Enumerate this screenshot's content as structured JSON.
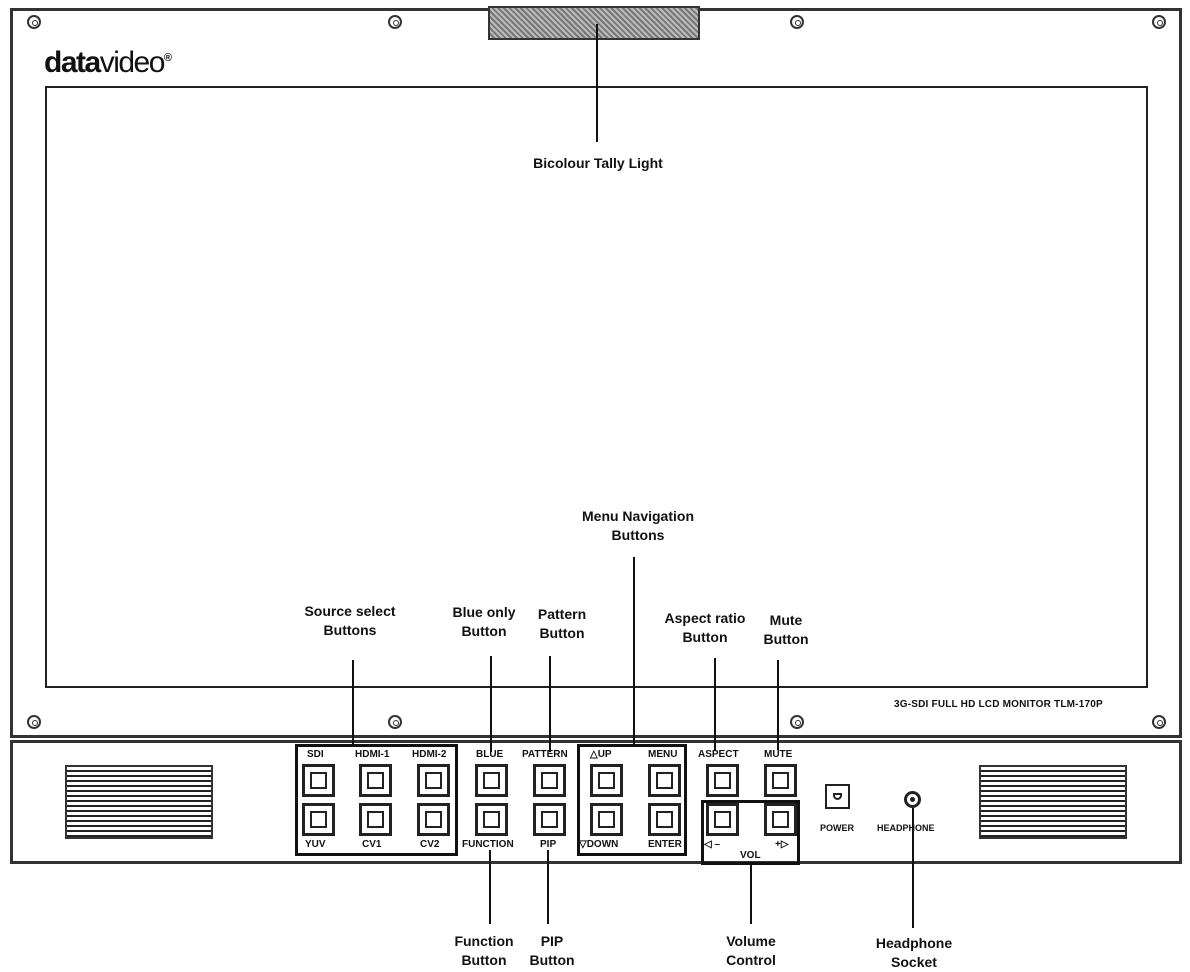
{
  "logo": {
    "text_a": "data",
    "text_b": "video",
    "mark": "®"
  },
  "model_label": "3G-SDI FULL HD LCD MONITOR  TLM-170P",
  "buttons": {
    "sdi": "SDI",
    "hdmi1": "HDMI-1",
    "hdmi2": "HDMI-2",
    "yuv": "YUV",
    "cv1": "CV1",
    "cv2": "CV2",
    "blue": "BLUE",
    "function": "FUNCTION",
    "pattern": "PATTERN",
    "pip": "PIP",
    "up": "△UP",
    "down": "▽DOWN",
    "menu": "MENU",
    "enter": "ENTER",
    "aspect": "ASPECT",
    "mute": "MUTE",
    "vol_minus": "◁ –",
    "vol_plus": "+▷",
    "vol": "VOL",
    "power": "POWER",
    "headphone": "HEADPHONE"
  },
  "callouts": {
    "tally": [
      "Bicolour Tally Light"
    ],
    "menu_nav": [
      "Menu Navigation",
      "Buttons"
    ],
    "source": [
      "Source select",
      "Buttons"
    ],
    "blue": [
      "Blue only",
      "Button"
    ],
    "pattern": [
      "Pattern",
      "Button"
    ],
    "aspect": [
      "Aspect ratio",
      "Button"
    ],
    "mute": [
      "Mute",
      "Button"
    ],
    "function": [
      "Function",
      "Button"
    ],
    "pip": [
      "PIP",
      "Button"
    ],
    "volume": [
      "Volume",
      "Control"
    ],
    "headphone": [
      "Headphone",
      "Socket"
    ]
  }
}
